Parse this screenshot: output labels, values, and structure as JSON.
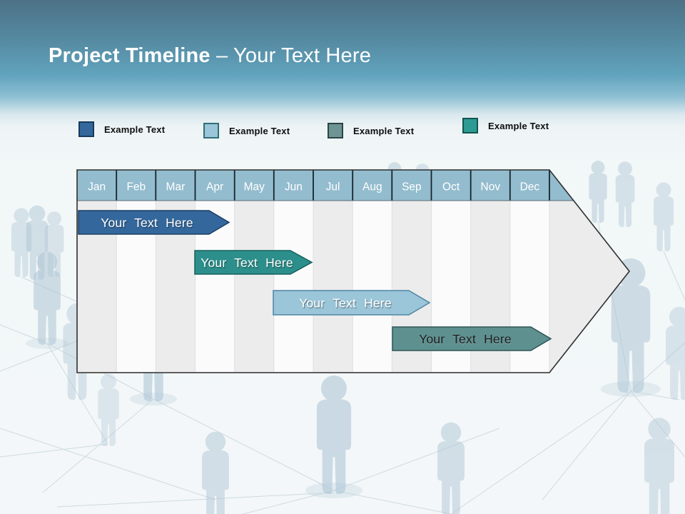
{
  "title": {
    "bold_text": "Project Timeline",
    "regular_text": "– Your Text Here"
  },
  "legend": {
    "items": [
      {
        "label": "Example Text",
        "color": "#34689C",
        "border": "#173A5E"
      },
      {
        "label": "Example Text",
        "color": "#9BC5D8",
        "border": "#2F6F75"
      },
      {
        "label": "Example Text",
        "color": "#6E9594",
        "border": "#2B4545"
      },
      {
        "label": "Example Text",
        "color": "#2D9B94",
        "border": "#125550"
      }
    ]
  },
  "timeline": {
    "months": [
      "Jan",
      "Feb",
      "Mar",
      "Apr",
      "May",
      "Jun",
      "Jul",
      "Aug",
      "Sep",
      "Oct",
      "Nov",
      "Dec"
    ],
    "header_bg": "#93BCCE",
    "header_text_color": "#FFFFFF",
    "arrow_fill": "#ECECEC",
    "stripe_light": "#FBFBFB",
    "bars": [
      {
        "label": "Your Text Here",
        "fill": "#34689C",
        "border": "#1C3E63",
        "text_color": "#FFFFFF",
        "start_month": "Jan",
        "end_month": "Apr"
      },
      {
        "label": "Your Text Here",
        "fill": "#2D8F8B",
        "border": "#14605C",
        "text_color": "#FFFFFF",
        "start_month": "Apr",
        "end_month": "Jun"
      },
      {
        "label": "Your Text Here",
        "fill": "#9BC5D8",
        "border": "#4E86A4",
        "text_color": "#FFFFFF",
        "start_month": "Jun",
        "end_month": "Sep"
      },
      {
        "label": "Your Text Here",
        "fill": "#5E9090",
        "border": "#2F5556",
        "text_color": "#1C1C1C",
        "start_month": "Sep",
        "end_month": "Dec"
      }
    ]
  }
}
